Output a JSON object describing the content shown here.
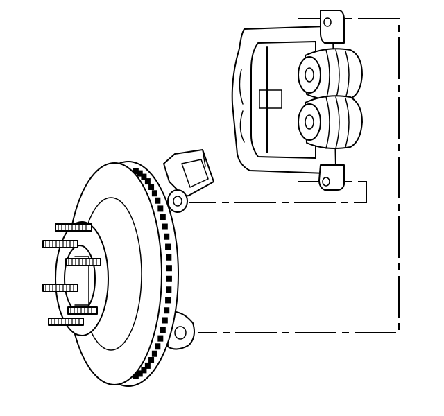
{
  "diagram": {
    "parts": [
      "brake-rotor",
      "wheel-hub",
      "steering-knuckle",
      "brake-caliper",
      "wheel-stud"
    ],
    "line_color": "#000000",
    "background": "#ffffff"
  }
}
